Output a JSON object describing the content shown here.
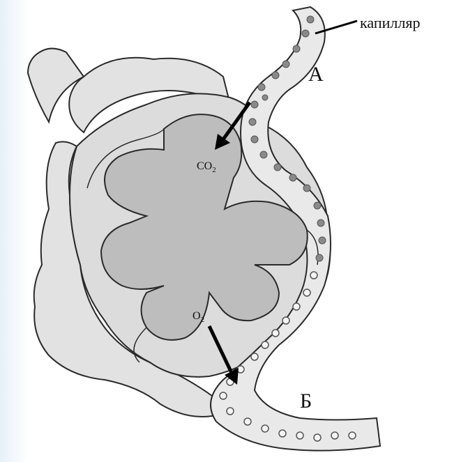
{
  "labels": {
    "capillary": "капилляр",
    "point_a": "А",
    "point_b": "Б",
    "co2_main": "CO",
    "co2_sub": "2",
    "o2_main": "O",
    "o2_sub": "2"
  },
  "colors": {
    "outline": "#2a2a2a",
    "alveolus_fill": "#cfcfcf",
    "alveolus_inner": "#bdbdbd",
    "outer_lobes": "#e2e2e2",
    "capillary_fill": "#e9e9e9",
    "dark_cell": "#8a8a8a",
    "light_cell": "#f4f4f4",
    "edge_tint": "#e6f0f8"
  }
}
